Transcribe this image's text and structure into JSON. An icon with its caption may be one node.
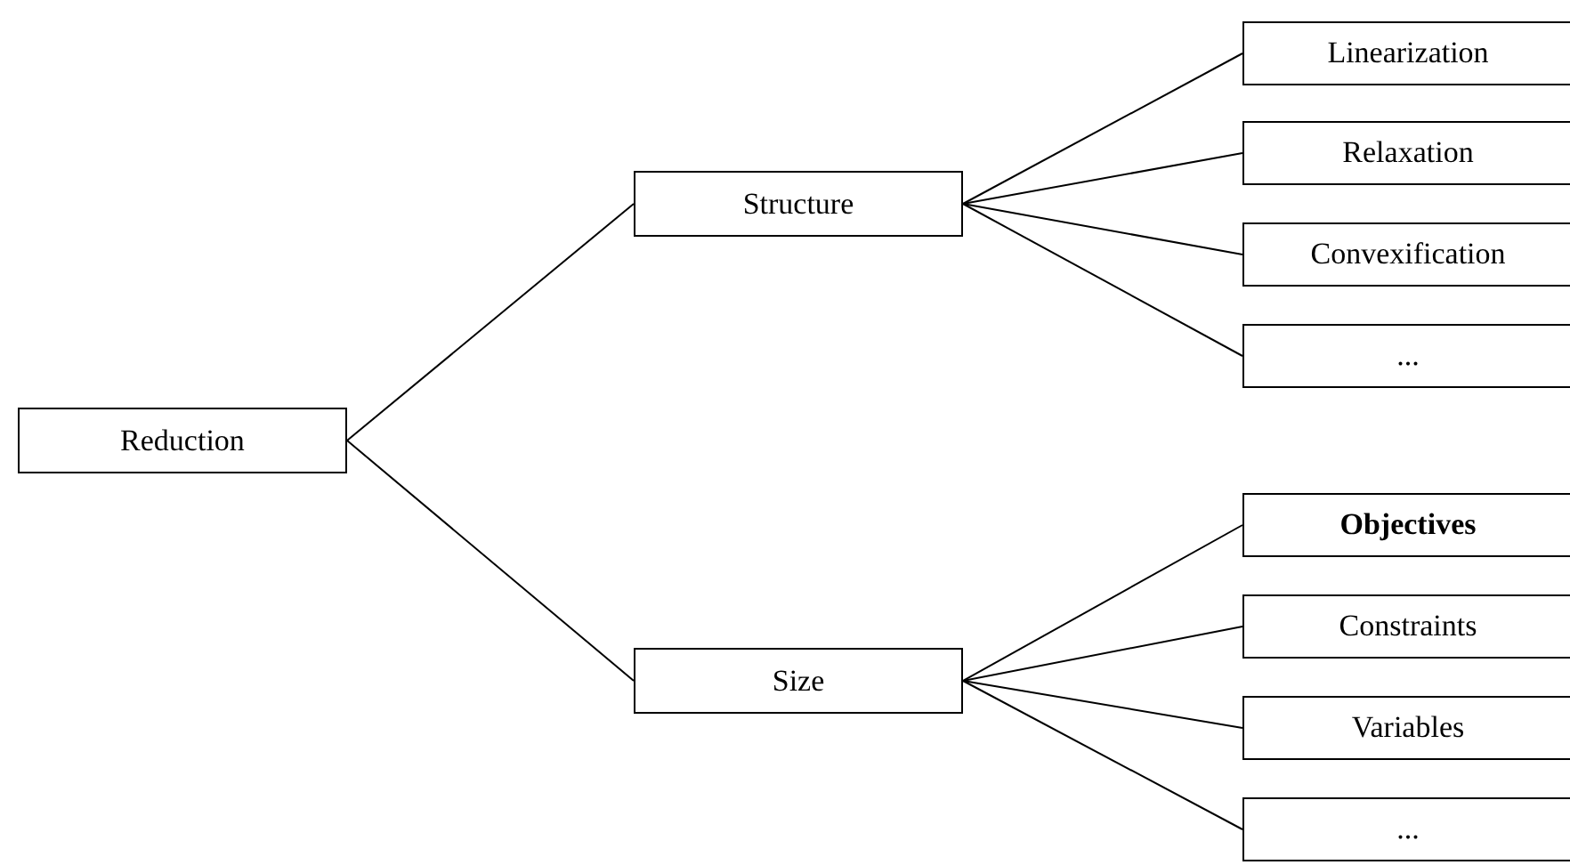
{
  "diagram": {
    "nodes": [
      {
        "text": [
          "Reduction"
        ]
      },
      {
        "text": [
          "Structure"
        ]
      },
      {
        "text": [
          "Size"
        ]
      },
      {
        "text": [
          "Linearization"
        ]
      },
      {
        "text": [
          "Relaxation"
        ]
      },
      {
        "text": [
          "Convexification"
        ]
      },
      {
        "text": [
          "..."
        ]
      },
      {
        "text": [
          "Objectives"
        ]
      },
      {
        "text": [
          "Constraints"
        ]
      },
      {
        "text": [
          "Variables"
        ]
      },
      {
        "text": [
          "..."
        ]
      }
    ],
    "edges": [
      {
        "from": 0,
        "to": 1,
        "arrow": "none"
      },
      {
        "from": 0,
        "to": 2,
        "arrow": "none"
      },
      {
        "from": 1,
        "to": 3,
        "arrow": "none"
      },
      {
        "from": 1,
        "to": 4,
        "arrow": "none"
      },
      {
        "from": 1,
        "to": 5,
        "arrow": "none"
      },
      {
        "from": 1,
        "to": 6,
        "arrow": "none"
      },
      {
        "from": 2,
        "to": 7,
        "arrow": "none"
      },
      {
        "from": 2,
        "to": 8,
        "arrow": "none"
      },
      {
        "from": 2,
        "to": 9,
        "arrow": "none"
      },
      {
        "from": 2,
        "to": 10,
        "arrow": "none"
      }
    ]
  }
}
